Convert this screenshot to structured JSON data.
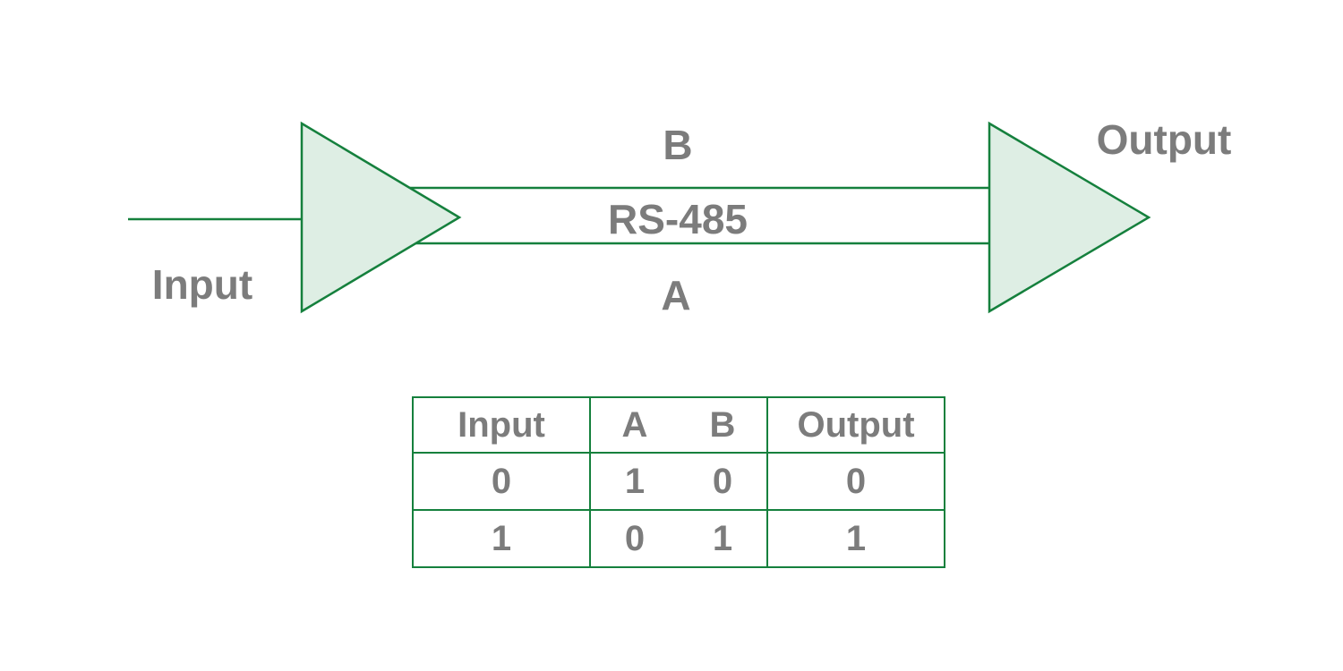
{
  "colors": {
    "line_green": "#15803d",
    "triangle_fill": "#deeee4",
    "text_gray": "#7c7c7c",
    "background": "#ffffff"
  },
  "diagram": {
    "input_label": "Input",
    "output_label": "Output",
    "line_b_label": "B",
    "bus_label": "RS-485",
    "line_a_label": "A"
  },
  "truth_table": {
    "header": {
      "input": "Input",
      "a": "A",
      "b": "B",
      "output": "Output"
    },
    "rows": [
      {
        "input": "0",
        "a": "1",
        "b": "0",
        "output": "0"
      },
      {
        "input": "1",
        "a": "0",
        "b": "1",
        "output": "1"
      }
    ]
  }
}
